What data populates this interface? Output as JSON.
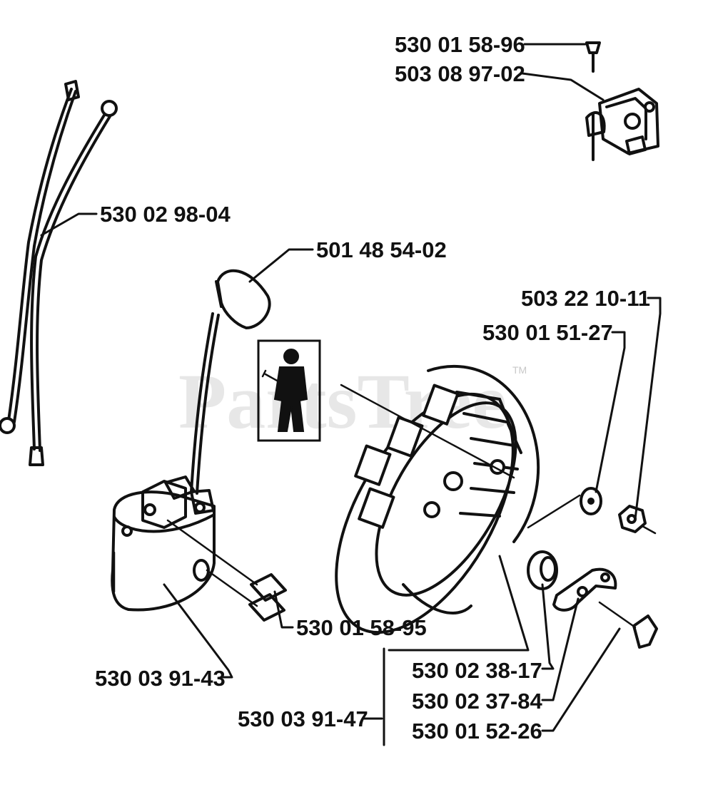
{
  "watermark": {
    "text": "PartsTree",
    "trademark": "TM"
  },
  "parts": {
    "screw_top": "530 01 58-96",
    "module_top": "503 08 97-02",
    "wire_harness": "530 02 98-04",
    "spark_plug_boot": "501 48 54-02",
    "nut": "503 22 10-11",
    "washer": "530 01 51-27",
    "coil_screws": "530 01 58-95",
    "ignition_coil": "530 03 91-43",
    "flywheel_spring": "530 02 38-17",
    "pawl": "530 02 37-84",
    "pawl_screw": "530 01 52-26",
    "flywheel_assembly": "530 03 91-47"
  },
  "colors": {
    "ink": "#111111",
    "watermark": "#d4d4d4"
  }
}
